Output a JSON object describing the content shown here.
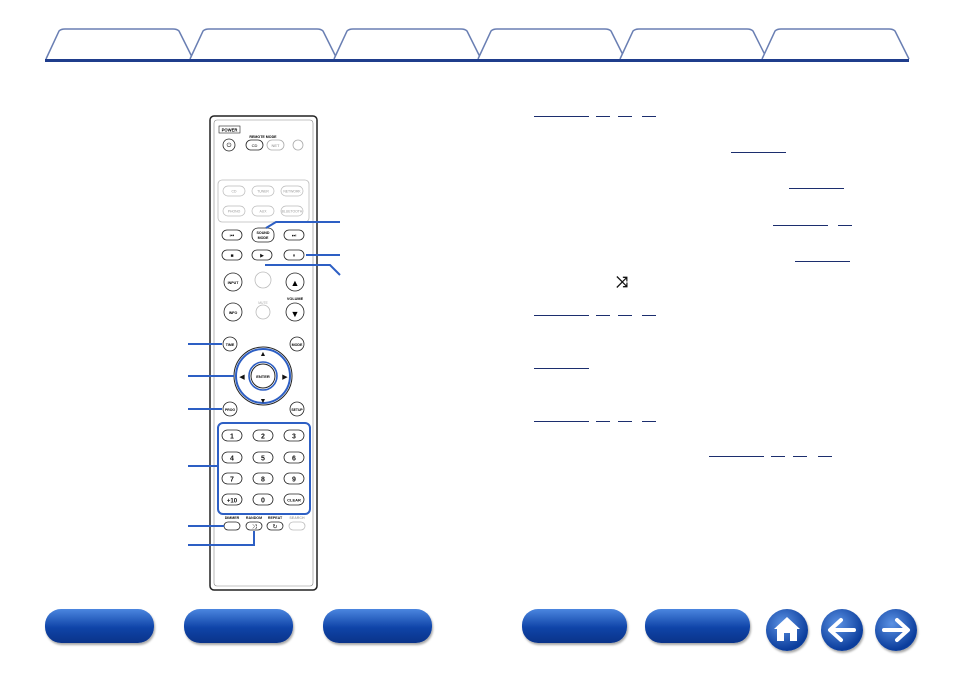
{
  "tabs": [
    "",
    "",
    "",
    "",
    "",
    ""
  ],
  "remote": {
    "power": "POWER",
    "remote_mode": "REMOTE MODE",
    "cd": "CD",
    "net": "NET",
    "src": [
      "CD",
      "TUNER",
      "NETWORK",
      "PHONO",
      "AUX",
      "BLUETOOTH"
    ],
    "sound_mode_1": "SOUND",
    "sound_mode_2": "MODE",
    "input": "INPUT",
    "info": "INFO",
    "volume": "VOLUME",
    "mute": "MUTE",
    "time": "TIME",
    "mode": "MODE",
    "enter": "ENTER",
    "prog": "PROG",
    "setup": "SETUP",
    "keys": [
      "1",
      "2",
      "3",
      "4",
      "5",
      "6",
      "7",
      "8",
      "9",
      "+10",
      "0",
      "CLEAR"
    ],
    "dimmer": "DIMMER",
    "random": "RANDOM",
    "repeat": "REPEAT",
    "search": "SEARCH"
  },
  "shuffle_glyph": "⤨",
  "bottom_nav": [
    "",
    "",
    "",
    "",
    ""
  ],
  "icons": [
    "home-icon",
    "back-arrow-icon",
    "forward-arrow-icon"
  ]
}
